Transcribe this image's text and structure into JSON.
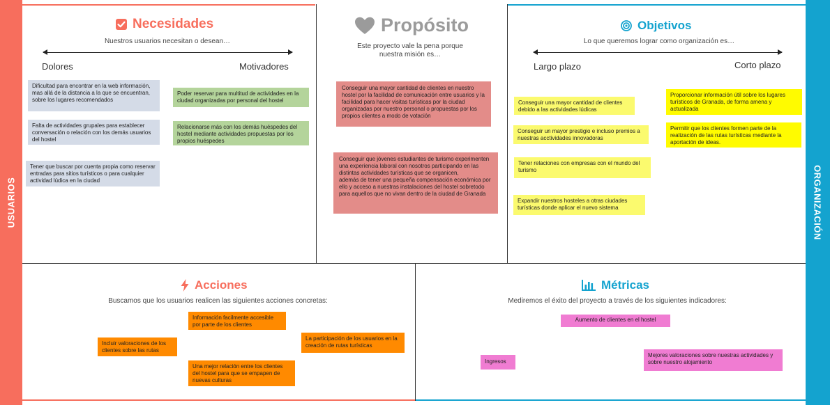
{
  "bands": {
    "left": "USUARIOS",
    "right": "ORGANIZACIÓN"
  },
  "colors": {
    "usuarios": "#f76e5d",
    "organizacion": "#14a3cf",
    "necesidades": "#f76e5d",
    "proposito": "#9b9b9b",
    "objetivos": "#14a3cf",
    "acciones": "#f76e5d",
    "metricas": "#14a3cf"
  },
  "necesidades": {
    "icon": "checkbox-icon",
    "title": "Necesidades",
    "subtitle": "Nuestros usuarios necesitan o desean…",
    "axis_left": "Dolores",
    "axis_right": "Motivadores",
    "dolores": [
      "Dificultad para encontrar en la web información, mas allá de la distancia a la que se encuentran, sobre los lugares recomendados",
      "Falta de actividades grupales para establecer conversación o relación con los demás usuarios del hostel",
      "Tener que buscar por cuenta propia como reservar entradas para sitios turísticos o para cualquier actividad lúdica en la ciudad"
    ],
    "motivadores": [
      "Poder reservar para multitud de actividades en la ciudad organizadas por personal del hostel",
      "Relacionarse más con los demás huéspedes del hostel mediante actividades propuestas por los propios huéspedes"
    ]
  },
  "proposito": {
    "icon": "heart-icon",
    "title": "Propósito",
    "subtitle": "Este proyecto vale la pena porque nuestra misión es…",
    "notes": [
      "Conseguir una mayor cantidad de clientes en nuestro hostel por la facilidad de comunicación entre usuarios y la facilidad para hacer visitas turísticas por la ciudad organizadas por nuestro personal o propuestas por los propios clientes a modo de votación",
      "Conseguir que jóvenes estudiantes de turismo experimenten una experiencia laboral con nosotros participando en las distintas actividades turísticas que se organicen,\nademás de tener una pequeña compensación económica por ello y acceso a nuestras instalaciones del hostel sobretodo para aquellos que no vivan dentro de la ciudad de Granada"
    ]
  },
  "objetivos": {
    "icon": "target-icon",
    "title": "Objetivos",
    "subtitle": "Lo que queremos lograr como organización es…",
    "axis_left": "Largo plazo",
    "axis_right": "Corto plazo",
    "largo": [
      "Conseguir una mayor cantidad de clientes debido a las actividades lúdicas",
      "Conseguir un mayor prestigio e incluso premios a nuestras acctividades innovadoras",
      "Tener relaciones con empresas con el mundo del turismo",
      "Expandir nuestros hosteles a otras ciudades turísticas donde aplicar el nuevo sistema"
    ],
    "corto": [
      "Proporcionar información útil sobre los lugares turísticos de Granada, de forma amena y actualizada",
      "Permitir que los clientes formen parte de la realización de las rutas turísticas mediante la aportación de ideas."
    ]
  },
  "acciones": {
    "icon": "lightning-icon",
    "title": "Acciones",
    "subtitle": "Buscamos que los usuarios realicen las siguientes acciones concretas:",
    "notes": [
      "Información facilmente accesible por parte de los clientes",
      "Incluir valoraciones de los clientes sobre las rutas",
      "La participación de los usuarios en la creación de rutas turísticas",
      "Una mejor relación entre los clientes del hostel para que se empapen de nuevas culturas"
    ]
  },
  "metricas": {
    "icon": "bar-chart-icon",
    "title": "Métricas",
    "subtitle": "Mediremos el éxito del proyecto a través de los siguientes indicadores:",
    "notes": [
      "Aumento de clientes en el hostel",
      "Ingresos",
      "Mejores valoraciones sobre nuestras actividades y sobre nuestro alojamiento"
    ]
  }
}
